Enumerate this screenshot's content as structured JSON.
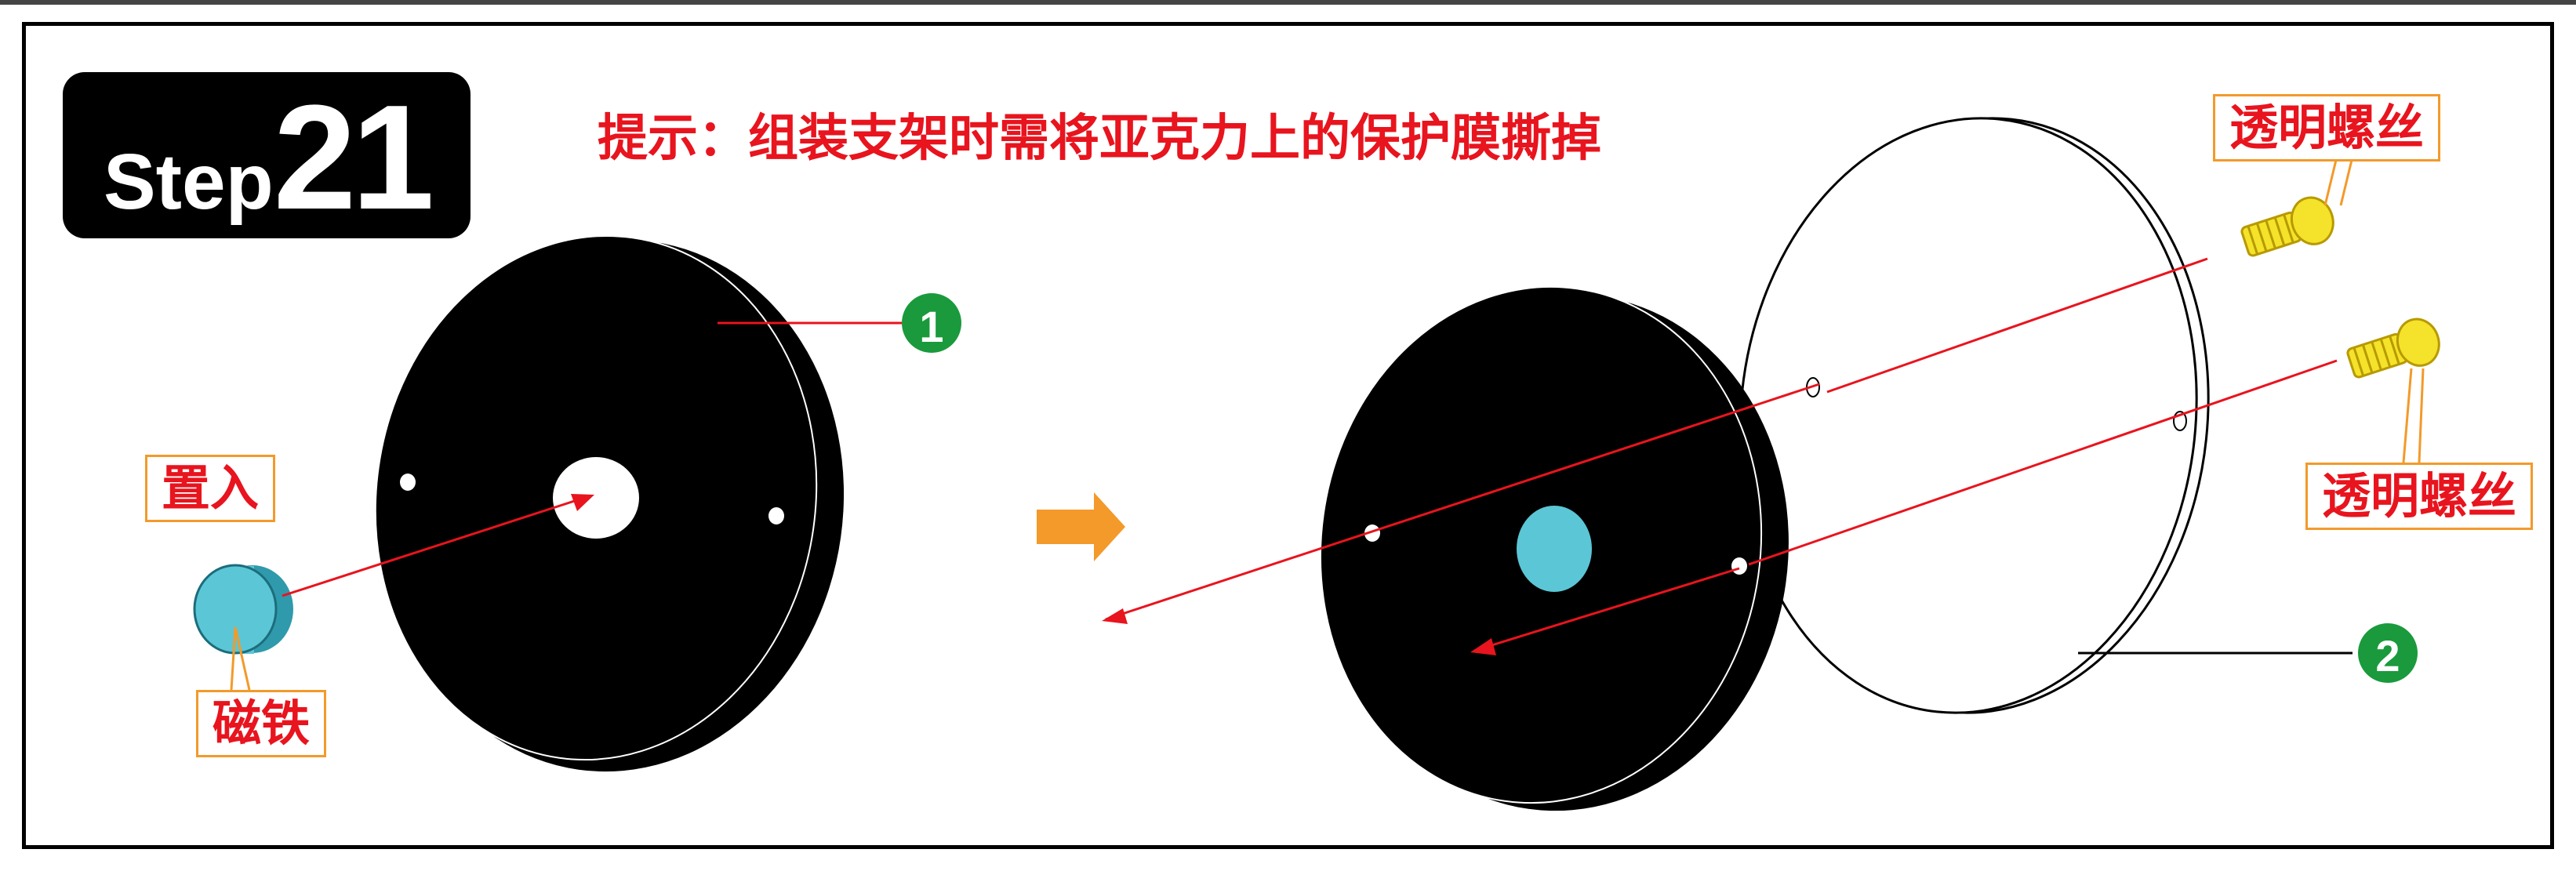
{
  "step": {
    "word": "Step",
    "number": "21"
  },
  "tip": "提示：组装支架时需将亚克力上的保护膜撕掉",
  "labels": {
    "insert": "置入",
    "magnet": "磁铁",
    "screw_top": "透明螺丝",
    "screw_bottom": "透明螺丝"
  },
  "callouts": {
    "part1": "1",
    "part2": "2"
  },
  "colors": {
    "accent_red": "#e8141e",
    "label_border": "#f39a2a",
    "callout_green": "#1a9a3c",
    "magnet": "#5bc6d6",
    "screw": "#f5e22a",
    "arrow": "#f39a2a"
  }
}
